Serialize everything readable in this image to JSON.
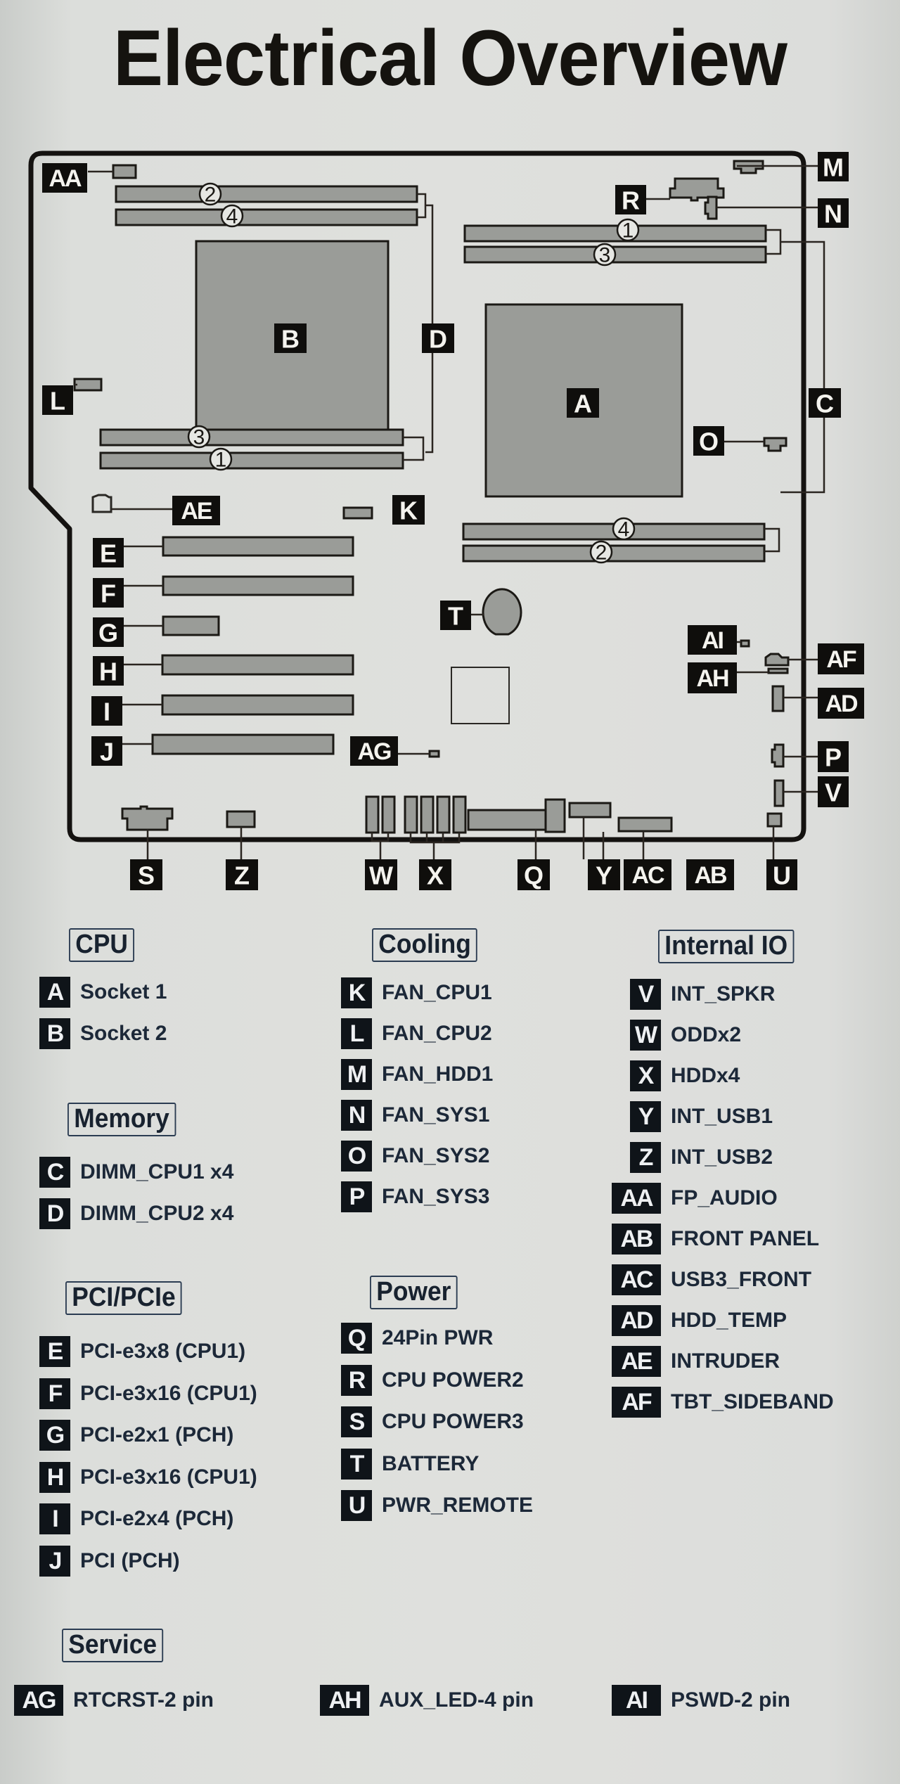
{
  "title": "Electrical Overview",
  "diagram": {
    "components": {
      "A": "Socket 1",
      "B": "Socket 2",
      "C": "DIMM_CPU1 x4",
      "D": "DIMM_CPU2 x4"
    },
    "dimm_slot_numbers": {
      "cpu2_top": [
        "2",
        "4"
      ],
      "cpu2_bottom": [
        "3",
        "1"
      ],
      "cpu1_top": [
        "1",
        "3"
      ],
      "cpu1_bottom": [
        "4",
        "2"
      ]
    },
    "tags": [
      "AA",
      "B",
      "D",
      "L",
      "AE",
      "K",
      "E",
      "F",
      "G",
      "H",
      "I",
      "J",
      "AG",
      "S",
      "Z",
      "W",
      "X",
      "Q",
      "Y",
      "AC",
      "AB",
      "U",
      "M",
      "R",
      "N",
      "A",
      "C",
      "O",
      "T",
      "AI",
      "AF",
      "AH",
      "AD",
      "P",
      "V"
    ]
  },
  "legend": {
    "cpu": {
      "heading": "CPU",
      "items": [
        {
          "tag": "A",
          "label": "Socket 1"
        },
        {
          "tag": "B",
          "label": "Socket 2"
        }
      ]
    },
    "memory": {
      "heading": "Memory",
      "items": [
        {
          "tag": "C",
          "label": "DIMM_CPU1 x4"
        },
        {
          "tag": "D",
          "label": "DIMM_CPU2 x4"
        }
      ]
    },
    "pci": {
      "heading": "PCI/PCIe",
      "items": [
        {
          "tag": "E",
          "label": "PCI-e3x8 (CPU1)"
        },
        {
          "tag": "F",
          "label": "PCI-e3x16 (CPU1)"
        },
        {
          "tag": "G",
          "label": "PCI-e2x1 (PCH)"
        },
        {
          "tag": "H",
          "label": "PCI-e3x16 (CPU1)"
        },
        {
          "tag": "I",
          "label": "PCI-e2x4 (PCH)"
        },
        {
          "tag": "J",
          "label": "PCI (PCH)"
        }
      ]
    },
    "cooling": {
      "heading": "Cooling",
      "items": [
        {
          "tag": "K",
          "label": "FAN_CPU1"
        },
        {
          "tag": "L",
          "label": "FAN_CPU2"
        },
        {
          "tag": "M",
          "label": "FAN_HDD1"
        },
        {
          "tag": "N",
          "label": "FAN_SYS1"
        },
        {
          "tag": "O",
          "label": "FAN_SYS2"
        },
        {
          "tag": "P",
          "label": "FAN_SYS3"
        }
      ]
    },
    "power": {
      "heading": "Power",
      "items": [
        {
          "tag": "Q",
          "label": "24Pin PWR"
        },
        {
          "tag": "R",
          "label": "CPU POWER2"
        },
        {
          "tag": "S",
          "label": "CPU POWER3"
        },
        {
          "tag": "T",
          "label": "BATTERY"
        },
        {
          "tag": "U",
          "label": "PWR_REMOTE"
        }
      ]
    },
    "internal_io": {
      "heading": "Internal IO",
      "items": [
        {
          "tag": "V",
          "label": "INT_SPKR"
        },
        {
          "tag": "W",
          "label": "ODDx2"
        },
        {
          "tag": "X",
          "label": "HDDx4"
        },
        {
          "tag": "Y",
          "label": "INT_USB1"
        },
        {
          "tag": "Z",
          "label": "INT_USB2"
        },
        {
          "tag": "AA",
          "label": "FP_AUDIO"
        },
        {
          "tag": "AB",
          "label": "FRONT PANEL"
        },
        {
          "tag": "AC",
          "label": "USB3_FRONT"
        },
        {
          "tag": "AD",
          "label": "HDD_TEMP"
        },
        {
          "tag": "AE",
          "label": "INTRUDER"
        },
        {
          "tag": "AF",
          "label": "TBT_SIDEBAND"
        }
      ]
    },
    "service": {
      "heading": "Service",
      "items": [
        {
          "tag": "AG",
          "label": "RTCRST-2 pin"
        },
        {
          "tag": "AH",
          "label": "AUX_LED-4 pin"
        },
        {
          "tag": "AI",
          "label": "PSWD-2 pin"
        }
      ]
    }
  }
}
